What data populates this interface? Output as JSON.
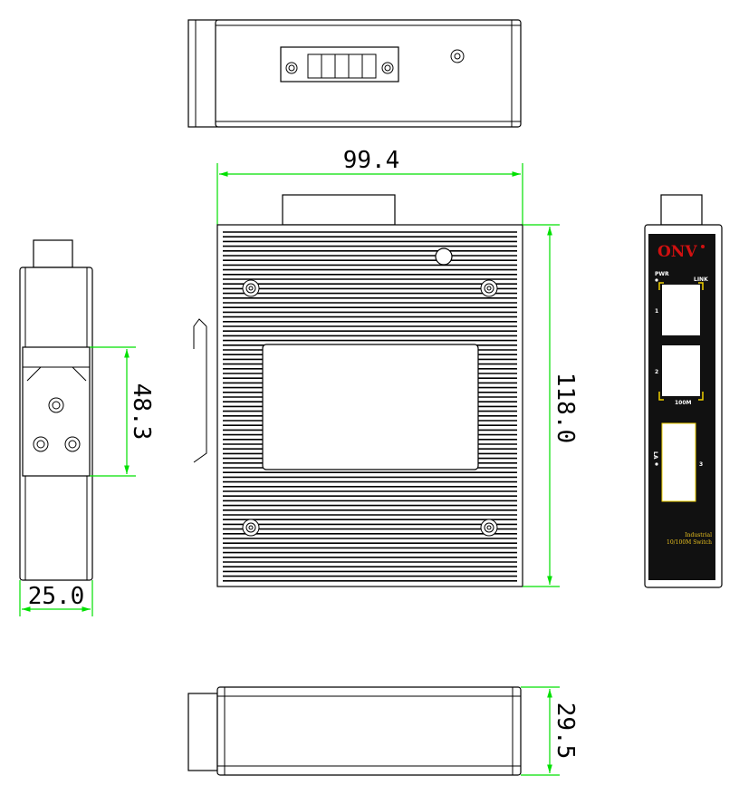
{
  "dimensions": {
    "width": "99.4",
    "height": "118.0",
    "din_rail": "48.3",
    "side_depth": "25.0",
    "bottom_depth": "29.5"
  },
  "front_panel": {
    "brand": "ONV",
    "pwr_label": "PWR",
    "link_label": "LINK",
    "port1": "1",
    "port2": "2",
    "port3": "3",
    "speed_label": "100M",
    "la_label": "LA",
    "model_line1": "Industrial",
    "model_line2": "10/100M Switch"
  },
  "colors": {
    "dimension": "#00e000",
    "panel": "#111111",
    "accent": "#f0d000",
    "brand": "#d01010"
  }
}
